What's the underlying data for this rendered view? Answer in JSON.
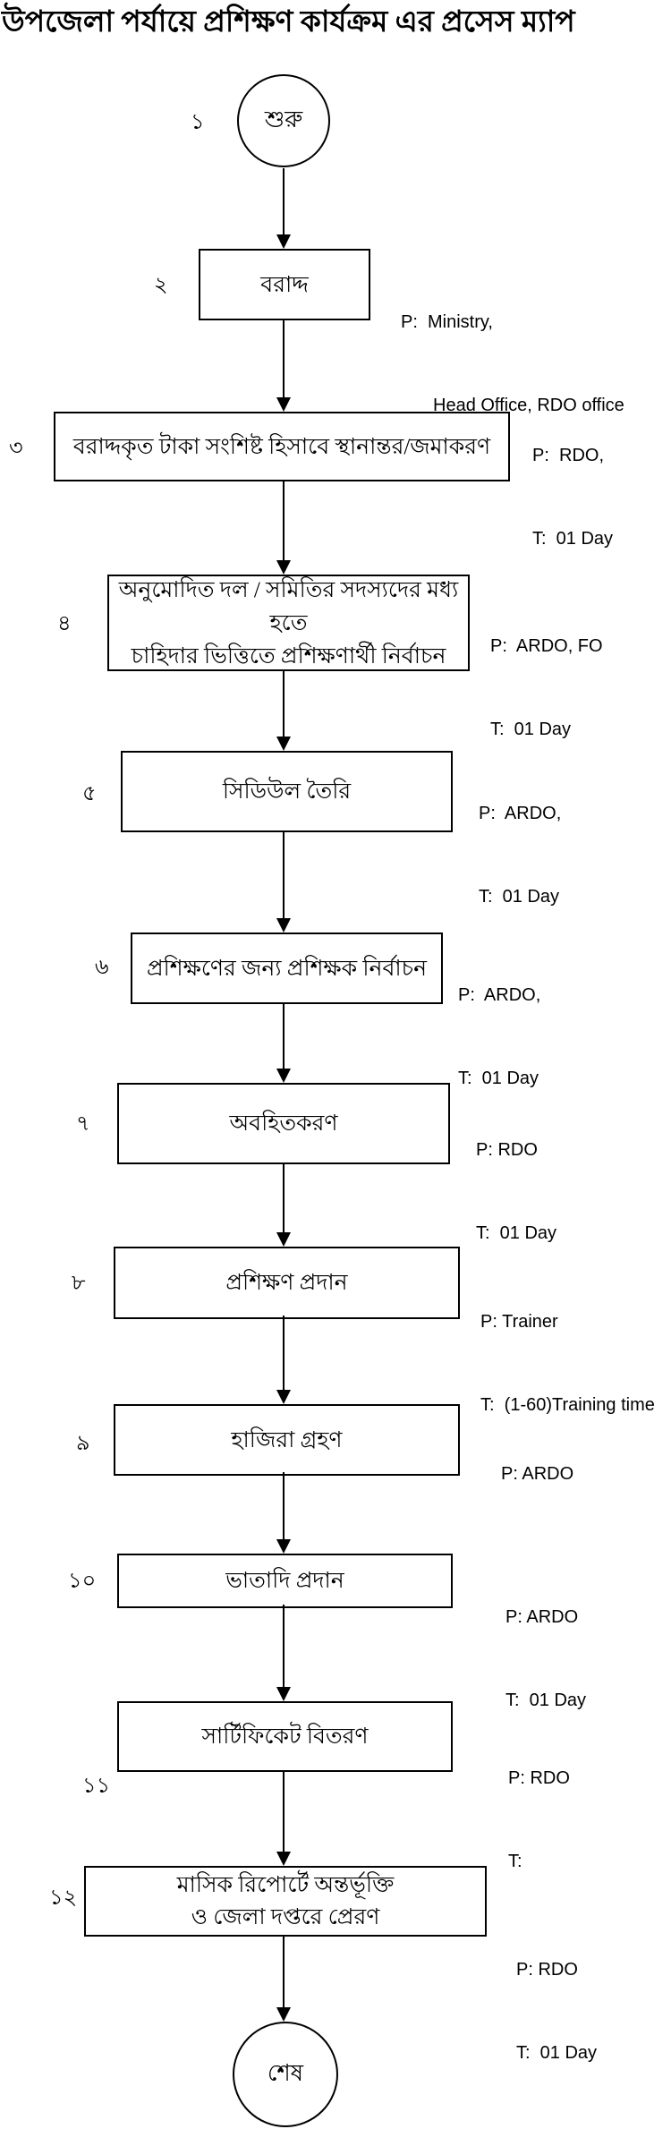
{
  "title": "উপজেলা পর্যায়ে প্রশিক্ষণ কার্যক্রম এর প্রসেস ম্যাপ",
  "flowchart": {
    "start": {
      "number": "১",
      "label": "শুরু"
    },
    "steps": [
      {
        "number": "২",
        "label_lines": [
          "বরাদ্দ"
        ],
        "annotation_lines": [
          "P:  Ministry,",
          "Head Office, RDO office"
        ]
      },
      {
        "number": "৩",
        "label_lines": [
          "বরাদ্দকৃত টাকা সংশিষ্ট হিসাবে স্থানান্তর/জমাকরণ"
        ],
        "annotation_lines": [
          "P:  RDO,",
          "T:  01 Day"
        ]
      },
      {
        "number": "৪",
        "label_lines": [
          "অনুমোদিত দল / সমিতির সদস্যদের মধ্য হতে",
          "চাহিদার ভিত্তিতে প্রশিক্ষণার্থী নির্বাচন"
        ],
        "annotation_lines": [
          "P:  ARDO, FO",
          "T:  01 Day"
        ]
      },
      {
        "number": "৫",
        "label_lines": [
          "সিডিউল তৈরি"
        ],
        "annotation_lines": [
          "P:  ARDO,",
          "T:  01 Day"
        ]
      },
      {
        "number": "৬",
        "label_lines": [
          "প্রশিক্ষণের জন্য প্রশিক্ষক নির্বাচন"
        ],
        "annotation_lines": [
          "P:  ARDO,",
          "T:  01 Day"
        ]
      },
      {
        "number": "৭",
        "label_lines": [
          "অবহিতকরণ"
        ],
        "annotation_lines": [
          "P: RDO",
          "T:  01 Day"
        ]
      },
      {
        "number": "৮",
        "label_lines": [
          "প্রশিক্ষণ প্রদান"
        ],
        "annotation_lines": [
          "P: Trainer",
          "T:  (1-60)Training time"
        ]
      },
      {
        "number": "৯",
        "label_lines": [
          "হাজিরা গ্রহণ"
        ],
        "annotation_lines": [
          "P: ARDO"
        ]
      },
      {
        "number": "১০",
        "label_lines": [
          "ভাতাদি প্রদান"
        ],
        "annotation_lines": [
          "P: ARDO",
          "T:  01 Day"
        ]
      },
      {
        "number": "১১",
        "label_lines": [
          "সার্টিফিকেট বিতরণ"
        ],
        "annotation_lines": [
          "P: RDO",
          "T:"
        ]
      },
      {
        "number": "১২",
        "label_lines": [
          "মাসিক রিপোর্টে অন্তর্ভূক্তি",
          "ও জেলা দপ্তরে প্রেরণ"
        ],
        "annotation_lines": [
          "P: RDO",
          "T:  01 Day"
        ]
      }
    ],
    "end": {
      "label": "শেষ"
    }
  }
}
